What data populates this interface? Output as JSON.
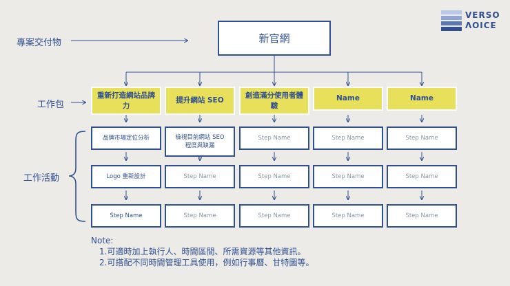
{
  "logo": {
    "top_word": "VERSO",
    "bottom_word": "VOICE",
    "colors": [
      "#2f4f8f",
      "#5a78b4",
      "#8fa6d4",
      "#b9c8e6"
    ]
  },
  "side_labels": {
    "deliverable": "專案交付物",
    "work_package": "工作包",
    "work_activity": "工作活動"
  },
  "root": {
    "label": "新官網"
  },
  "packages": [
    {
      "label": "重新打造網站品牌力"
    },
    {
      "label": "提升網站 SEO"
    },
    {
      "label": "創造滿分使用者體驗"
    },
    {
      "label": "Name"
    },
    {
      "label": "Name"
    }
  ],
  "activities": [
    [
      "品牌市場定位分析",
      "Logo 重新設計",
      "Step Name"
    ],
    [
      "檢視目前網站 SEO 程度與缺漏",
      "Step Name",
      "Step Name"
    ],
    [
      "Step Name",
      "Step Name",
      "Step Name"
    ],
    [
      "Step Name",
      "Step Name",
      "Step Name"
    ],
    [
      "Step Name",
      "Step Name",
      "Step Name"
    ]
  ],
  "note": {
    "title": "Note:",
    "items": [
      "1.可適時加上執行人、時間區間、所需資源等其他資訊。",
      "2.可搭配不同時間管理工具使用，例如行事曆、甘特圖等。"
    ]
  },
  "colors": {
    "primary": "#2f4f8f",
    "package_fill": "#e8df5a",
    "background": "#ecebe8",
    "placeholder_text": "#8a94a8"
  }
}
